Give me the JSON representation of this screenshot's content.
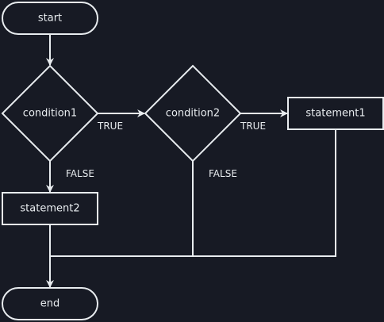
{
  "nodes": {
    "start": "start",
    "condition1": "condition1",
    "condition2": "condition2",
    "statement1": "statement1",
    "statement2": "statement2",
    "end": "end"
  },
  "edges": {
    "c1_true": "TRUE",
    "c1_false": "FALSE",
    "c2_true": "TRUE",
    "c2_false": "FALSE"
  },
  "colors": {
    "background": "#171a24",
    "stroke": "#e8ecef",
    "text": "#e8ecef"
  }
}
